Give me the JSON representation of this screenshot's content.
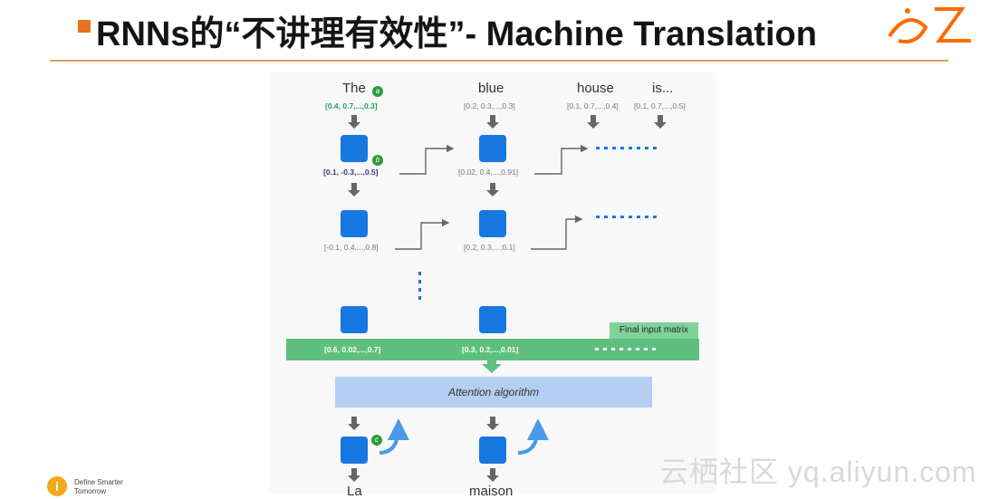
{
  "header": {
    "title": "RNNs的“不讲理有效性”- Machine Translation",
    "bullet_color": "#e8711c",
    "divider_color": "#e0a050"
  },
  "diagram": {
    "words": [
      "The",
      "blue",
      "house",
      "is..."
    ],
    "word_vectors": [
      "[0.4, 0.7,...,0.3]",
      "[0.2, 0.3,...,0.3]",
      "[0.1, 0.7,...,0.4]",
      "[0.1, 0.7,...,0.5]"
    ],
    "hidden_layer1": [
      "[0.1, -0.3,...,0.5]",
      "[0.02, 0.4,...,0.91]"
    ],
    "hidden_layer2": [
      "[-0.1, 0.4,...,0.8]",
      "[0.2, 0.3,...,0.1]"
    ],
    "final_vectors": [
      "[0.6, 0.02,...,0.7]",
      "[0.3, 0.2,...,0.01]"
    ],
    "final_label": "Final input matrix",
    "attention_label": "Attention algorithm",
    "badges": [
      "a",
      "b",
      "c"
    ],
    "output_words": [
      "La",
      "maison"
    ],
    "node_color": "#1677e0",
    "bar_color": "#5fbf7f",
    "attention_color": "#b4cff2"
  },
  "footer": {
    "brand_text": "Define Smarter Tomorrow",
    "brand_icon": "info-icon",
    "watermark": "云栖社区 yq.aliyun.com"
  }
}
